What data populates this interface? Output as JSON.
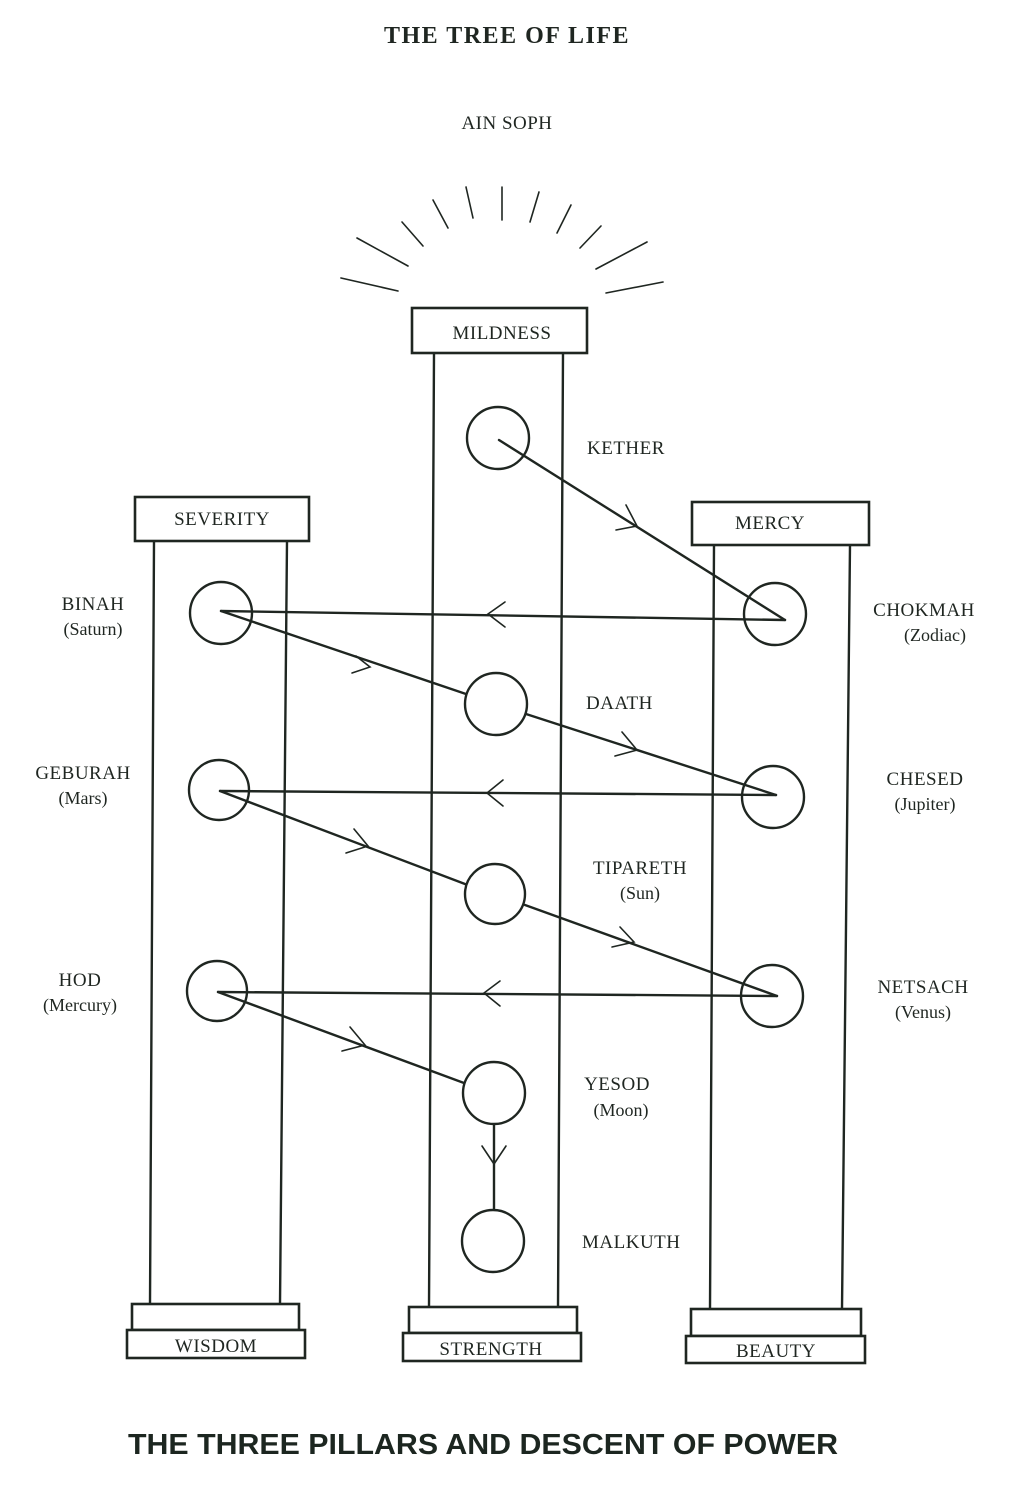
{
  "title": "THE TREE OF LIFE",
  "source_label": "AIN SOPH",
  "caption": "THE THREE PILLARS AND DESCENT OF POWER",
  "pillars": {
    "left": {
      "header": "SEVERITY",
      "base": "WISDOM"
    },
    "middle": {
      "header": "MILDNESS",
      "base": "STRENGTH"
    },
    "right": {
      "header": "MERCY",
      "base": "BEAUTY"
    }
  },
  "sephiroth": {
    "kether": {
      "name": "KETHER",
      "planet": ""
    },
    "chokmah": {
      "name": "CHOKMAH",
      "planet": "(Zodiac)"
    },
    "binah": {
      "name": "BINAH",
      "planet": "(Saturn)"
    },
    "daath": {
      "name": "DAATH",
      "planet": ""
    },
    "chesed": {
      "name": "CHESED",
      "planet": "(Jupiter)"
    },
    "geburah": {
      "name": "GEBURAH",
      "planet": "(Mars)"
    },
    "tiphareth": {
      "name": "TIPARETH",
      "planet": "(Sun)"
    },
    "netsach": {
      "name": "NETSACH",
      "planet": "(Venus)"
    },
    "hod": {
      "name": "HOD",
      "planet": "(Mercury)"
    },
    "yesod": {
      "name": "YESOD",
      "planet": "(Moon)"
    },
    "malkuth": {
      "name": "MALKUTH",
      "planet": ""
    }
  },
  "descent_path": [
    "kether",
    "chokmah",
    "binah",
    "daath",
    "chesed",
    "geburah",
    "tiphareth",
    "netsach",
    "hod",
    "yesod",
    "malkuth"
  ]
}
